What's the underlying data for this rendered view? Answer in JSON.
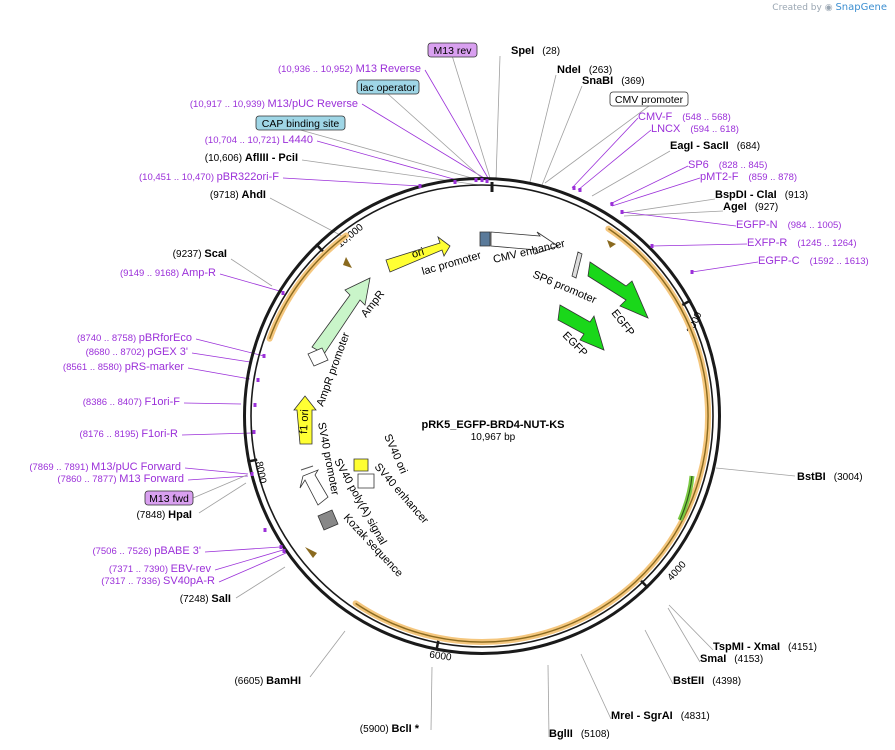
{
  "branding": {
    "prefix": "Created by",
    "name": "SnapGene"
  },
  "plasmid": {
    "name": "pRK5_EGFP-BRD4-NUT-KS",
    "size": "10,967 bp"
  },
  "colors": {
    "enzyme": "#000000",
    "primer": "#9b30d9",
    "leader": "#a0a0a0",
    "primer_leader": "#9b30d9",
    "backbone": "#1a1a1a",
    "orf_halo": "#f5c77e",
    "orf_line": "#8a6a1f",
    "egfp": "#1ad71a",
    "ori": "#ffff33",
    "ampr": "#c9f5c9",
    "promoter": "#ffffff",
    "m13_box": "#d9a0f0",
    "lac_box": "#9fd6e6",
    "cap_box": "#9fd6e6",
    "cmv_box": "#ffffff"
  },
  "ticks": [
    {
      "label": "2000"
    },
    {
      "label": "4000"
    },
    {
      "label": "6000"
    },
    {
      "label": "8000"
    },
    {
      "label": "10,000"
    }
  ],
  "sites": [
    {
      "name": "SpeI",
      "pos": "(28)"
    },
    {
      "name": "NdeI",
      "pos": "(263)"
    },
    {
      "name": "SnaBI",
      "pos": "(369)"
    },
    {
      "name": "EagI",
      "name2": "SacII",
      "pos": "(684)"
    },
    {
      "name": "BspDI",
      "name2": "ClaI",
      "pos": "(913)"
    },
    {
      "name": "AgeI",
      "pos": "(927)"
    },
    {
      "name": "BstBI",
      "pos": "(3004)"
    },
    {
      "name": "TspMI",
      "name2": "XmaI",
      "pos": "(4151)"
    },
    {
      "name": "SmaI",
      "pos": "(4153)"
    },
    {
      "name": "BstEII",
      "pos": "(4398)"
    },
    {
      "name": "MreI",
      "name2": "SgrAI",
      "pos": "(4831)"
    },
    {
      "name": "BglII",
      "pos": "(5108)"
    },
    {
      "name": "BclI *",
      "pos": "(5900)"
    },
    {
      "name": "BamHI",
      "pos": "(6605)"
    },
    {
      "name": "SalI",
      "pos": "(7248)"
    },
    {
      "name": "HpaI",
      "pos": "(7848)"
    },
    {
      "name": "ScaI",
      "pos": "(9237)"
    },
    {
      "name": "AhdI",
      "pos": "(9718)"
    },
    {
      "name": "AflIII",
      "name2": "PciI",
      "pos": "(10,606)"
    }
  ],
  "primers": [
    {
      "name": "CMV-F",
      "pos": "(548 .. 568)"
    },
    {
      "name": "LNCX",
      "pos": "(594 .. 618)"
    },
    {
      "name": "SP6",
      "pos": "(828 .. 845)"
    },
    {
      "name": "pMT2-F",
      "pos": "(859 .. 878)"
    },
    {
      "name": "EGFP-N",
      "pos": "(984 .. 1005)"
    },
    {
      "name": "EXFP-R",
      "pos": "(1245 .. 1264)"
    },
    {
      "name": "EGFP-C",
      "pos": "(1592 .. 1613)"
    },
    {
      "name": "M13 Reverse",
      "pos": "(10,936 .. 10,952)"
    },
    {
      "name": "M13/pUC Reverse",
      "pos": "(10,917 .. 10,939)"
    },
    {
      "name": "L4440",
      "pos": "(10,704 .. 10,721)"
    },
    {
      "name": "pBR322ori-F",
      "pos": "(10,451 .. 10,470)"
    },
    {
      "name": "Amp-R",
      "pos": "(9149 .. 9168)"
    },
    {
      "name": "pBRforEco",
      "pos": "(8740 .. 8758)"
    },
    {
      "name": "pGEX 3'",
      "pos": "(8680 .. 8702)"
    },
    {
      "name": "pRS-marker",
      "pos": "(8561 .. 8580)"
    },
    {
      "name": "F1ori-F",
      "pos": "(8386 .. 8407)"
    },
    {
      "name": "F1ori-R",
      "pos": "(8176 .. 8195)"
    },
    {
      "name": "M13/pUC Forward",
      "pos": "(7869 .. 7891)"
    },
    {
      "name": "M13 Forward",
      "pos": "(7860 .. 7877)"
    },
    {
      "name": "pBABE 3'",
      "pos": "(7506 .. 7526)"
    },
    {
      "name": "EBV-rev",
      "pos": "(7371 .. 7390)"
    },
    {
      "name": "SV40pA-R",
      "pos": "(7317 .. 7336)"
    }
  ],
  "feature_boxes": [
    {
      "name": "M13 rev"
    },
    {
      "name": "lac operator"
    },
    {
      "name": "CAP binding site"
    },
    {
      "name": "CMV promoter"
    },
    {
      "name": "M13 fwd"
    }
  ],
  "features": [
    {
      "name": "ori"
    },
    {
      "name": "lac promoter"
    },
    {
      "name": "CMV enhancer"
    },
    {
      "name": "SP6 promoter"
    },
    {
      "name": "EGFP"
    },
    {
      "name": "EGFP"
    },
    {
      "name": "AmpR"
    },
    {
      "name": "AmpR promoter"
    },
    {
      "name": "f1 ori"
    },
    {
      "name": "SV40 promoter"
    },
    {
      "name": "SV40 ori"
    },
    {
      "name": "SV40 enhancer"
    },
    {
      "name": "SV40 poly(A) signal"
    },
    {
      "name": "Kozak sequence"
    }
  ]
}
